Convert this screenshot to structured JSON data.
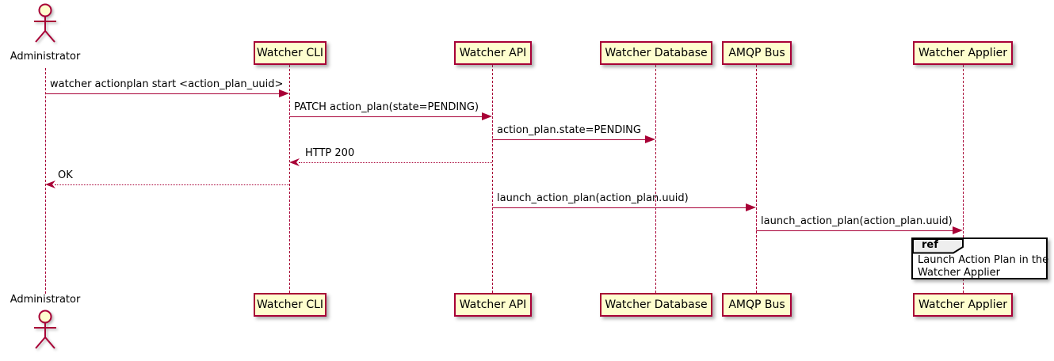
{
  "diagram": {
    "type": "plantuml-sequence",
    "colors": {
      "participant_fill": "#FEFECE",
      "participant_border": "#A80036",
      "line_color": "#A80036",
      "text_color": "#000000",
      "ref_fill": "#FFFFFF",
      "ref_border": "#000000",
      "ref_tag_fill": "#EEEEEE",
      "background": "#FFFFFF"
    },
    "actor": {
      "name": "Administrator"
    },
    "participants": [
      {
        "label": "Watcher CLI"
      },
      {
        "label": "Watcher API"
      },
      {
        "label": "Watcher Database"
      },
      {
        "label": "AMQP Bus"
      },
      {
        "label": "Watcher Applier"
      }
    ],
    "messages": [
      {
        "label": "watcher actionplan start <action_plan_uuid>",
        "from": "Administrator",
        "to": "Watcher CLI",
        "style": "solid"
      },
      {
        "label": "PATCH action_plan(state=PENDING)",
        "from": "Watcher CLI",
        "to": "Watcher API",
        "style": "solid"
      },
      {
        "label": "action_plan.state=PENDING",
        "from": "Watcher API",
        "to": "Watcher Database",
        "style": "solid"
      },
      {
        "label": "HTTP 200",
        "from": "Watcher API",
        "to": "Watcher CLI",
        "style": "dashed"
      },
      {
        "label": "OK",
        "from": "Watcher CLI",
        "to": "Administrator",
        "style": "dashed"
      },
      {
        "label": "launch_action_plan(action_plan.uuid)",
        "from": "Watcher API",
        "to": "AMQP Bus",
        "style": "solid"
      },
      {
        "label": "launch_action_plan(action_plan.uuid)",
        "from": "AMQP Bus",
        "to": "Watcher Applier",
        "style": "solid"
      }
    ],
    "ref": {
      "tag": "ref",
      "line1": "Launch Action Plan in the",
      "line2": "Watcher Applier"
    }
  }
}
